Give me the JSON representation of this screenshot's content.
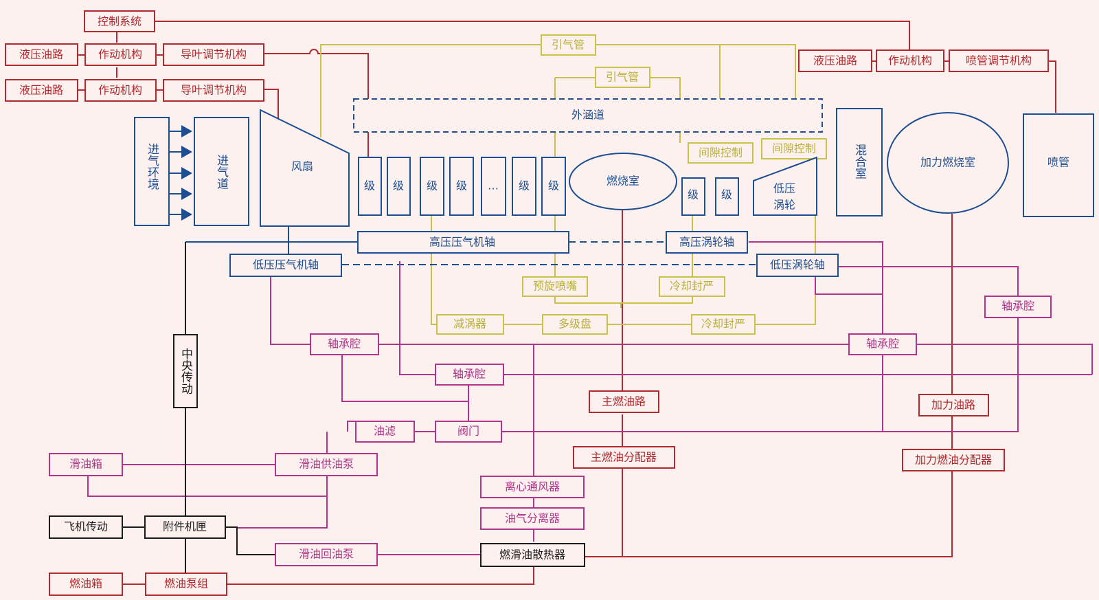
{
  "colors": {
    "background": "#fcf1ee",
    "red": "#b02a2f",
    "blue": "#1d4e92",
    "yellow": "#c8c24a",
    "magenta": "#b0338c",
    "black": "#1b1b1b"
  },
  "labels": {
    "control_system": "控制系统",
    "hydraulic_1": "液压油路",
    "actuator_1": "作动机构",
    "guide_vane_1": "导叶调节机构",
    "hydraulic_2": "液压油路",
    "actuator_2": "作动机构",
    "guide_vane_2": "导叶调节机构",
    "bleed_pipe_1": "引气管",
    "bleed_pipe_2": "引气管",
    "hydraulic_3": "液压油路",
    "actuator_3": "作动机构",
    "nozzle_adjust": "喷管调节机构",
    "bypass_duct": "外涵道",
    "intake_env": "进气环境",
    "inlet_duct": "进气道",
    "fan": "风扇",
    "stage": "级",
    "stage_ellipsis": "…",
    "combustor": "燃烧室",
    "clearance_control_1": "间隙控制",
    "clearance_control_2": "间隙控制",
    "lp_turbine": "低压涡轮",
    "mixing_chamber": "混合室",
    "afterburner": "加力燃烧室",
    "nozzle": "喷管",
    "hp_compressor_shaft": "高压压气机轴",
    "hp_turbine_shaft": "高压涡轮轴",
    "lp_compressor_shaft": "低压压气机轴",
    "lp_turbine_shaft": "低压涡轮轴",
    "preswirl_nozzle": "预旋喷嘴",
    "cooling_seal_1": "冷却封严",
    "cooling_seal_2": "冷却封严",
    "vortex_reducer": "减涡器",
    "multistage_disk": "多级盘",
    "bearing_cavity_1": "轴承腔",
    "bearing_cavity_2": "轴承腔",
    "bearing_cavity_3": "轴承腔",
    "bearing_cavity_4": "轴承腔",
    "central_drive": "中央传动",
    "main_fuel_line": "主燃油路",
    "main_fuel_distributor": "主燃油分配器",
    "ab_fuel_line": "加力油路",
    "ab_fuel_distributor": "加力燃油分配器",
    "oil_filter": "油滤",
    "valve": "阀门",
    "oil_tank": "滑油箱",
    "oil_supply_pump": "滑油供油泵",
    "centrifugal_ventilator": "离心通风器",
    "oil_gas_separator": "油气分离器",
    "aircraft_drive": "飞机传动",
    "accessory_gearbox": "附件机匣",
    "oil_return_pump": "滑油回油泵",
    "fuel_oil_cooler": "燃滑油散热器",
    "fuel_tank": "燃油箱",
    "fuel_pump_group": "燃油泵组"
  }
}
